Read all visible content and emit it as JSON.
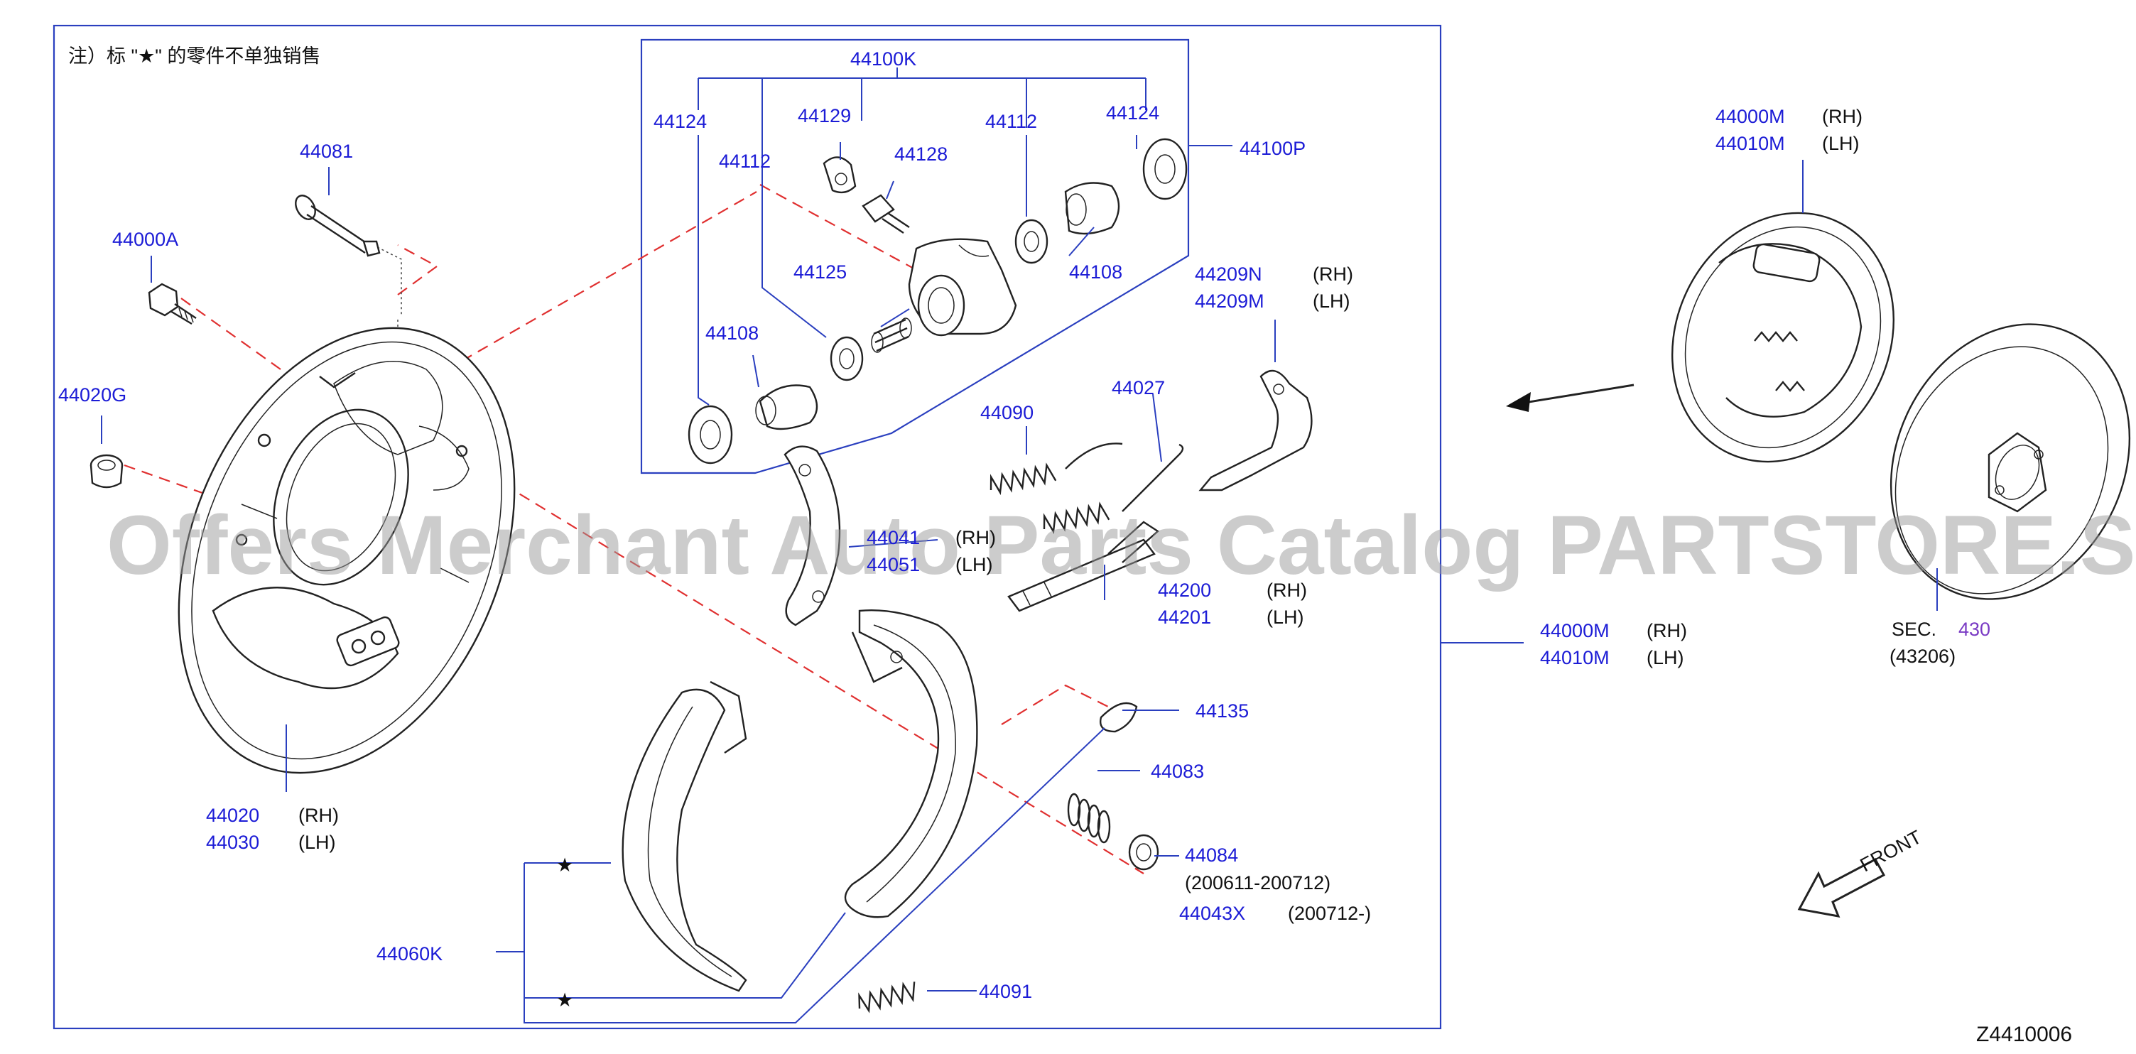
{
  "note": "注）标 \"★\" 的零件不单独销售",
  "diagram_code": "Z4410006",
  "watermark": "Offers Merchant Auto Parts Catalog PARTSTORE.SA",
  "front_label": "FRONT",
  "star": "★",
  "parts": {
    "p44100K": "44100K",
    "p44100P": "44100P",
    "p44124a": "44124",
    "p44124b": "44124",
    "p44112a": "44112",
    "p44112b": "44112",
    "p44129": "44129",
    "p44128": "44128",
    "p44125": "44125",
    "p44108a": "44108",
    "p44108b": "44108",
    "p44081": "44081",
    "p44000A": "44000A",
    "p44020G": "44020G",
    "p44020": "44020",
    "p44030": "44030",
    "p44090": "44090",
    "p44027": "44027",
    "p44209N": "44209N",
    "p44209M": "44209M",
    "p44041": "44041",
    "p44051": "44051",
    "p44200": "44200",
    "p44201": "44201",
    "p44135": "44135",
    "p44083": "44083",
    "p44084": "44084",
    "p44043X": "44043X",
    "p44060K": "44060K",
    "p44091": "44091",
    "p44000Ma": "44000M",
    "p44010Ma": "44010M",
    "p44000Mb": "44000M",
    "p44010Mb": "44010M",
    "sec": "SEC.",
    "sec430": "430",
    "sec43206": "(43206)"
  },
  "suffix": {
    "rh": "(RH)",
    "lh": "(LH)",
    "range1": "(200611-200712)",
    "range2": "(200712-)"
  },
  "colors": {
    "part_number": "#1c1cd6",
    "leader": "#2a3fbf",
    "dashed_guide": "#e03030",
    "section_ref": "#7a3bc4"
  }
}
